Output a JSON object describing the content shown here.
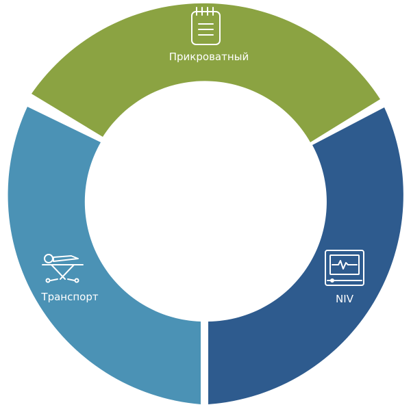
{
  "segments": [
    {
      "id": "bedside",
      "label": "Прикроватный",
      "color": "#8BA342",
      "icon": "notepad-icon"
    },
    {
      "id": "niv",
      "label": "NIV",
      "color": "#2E5B8E",
      "icon": "monitor-icon"
    },
    {
      "id": "transport",
      "label": "Транспорт",
      "color": "#4B92B5",
      "icon": "stretcher-icon"
    }
  ],
  "background": "#ffffff",
  "icon_stroke": "#ffffff"
}
